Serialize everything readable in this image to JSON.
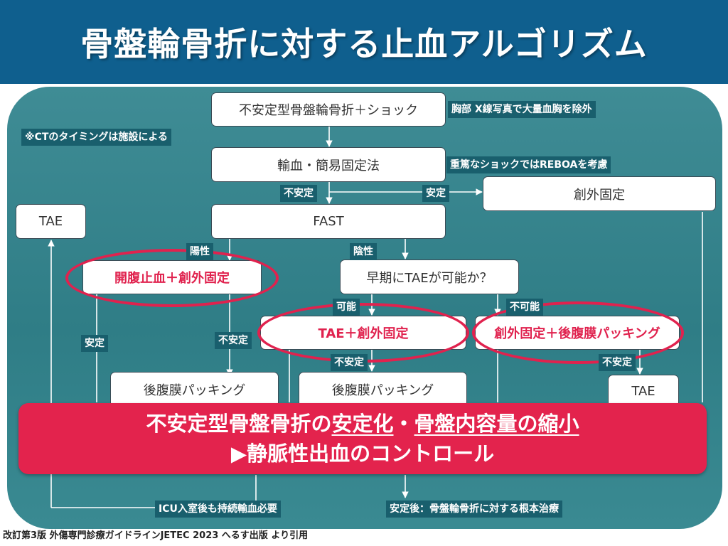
{
  "header": {
    "title": "骨盤輪骨折に対する止血アルゴリズム"
  },
  "colors": {
    "header_bg": "#0f5f8e",
    "panel_bg": "#3a8a92",
    "accent_red": "#e3234d",
    "tag_bg": "#195f6d"
  },
  "notes": {
    "ct_timing": "※CTのタイミングは施設による",
    "chest_xray": "胸部 X線写真で大量血胸を除外",
    "reboa": "重篤なショックではREBOAを考慮",
    "icu": "ICU入室後も持続輸血必要",
    "definitive": "安定後：骨盤輪骨折に対する根本治療"
  },
  "boxes": {
    "unstable_shock": "不安定型骨盤輪骨折＋ショック",
    "transfusion": "輸血・簡易固定法",
    "external_fixation": "創外固定",
    "fast": "FAST",
    "tae_left": "TAE",
    "laparotomy": "開腹止血＋創外固定",
    "early_tae": "早期にTAEが可能か？",
    "tae_fixation": "TAE＋創外固定",
    "fixation_packing": "創外固定＋後腹膜パッキング",
    "packing_left": "後腹膜パッキング",
    "packing_mid": "後腹膜パッキング",
    "tae_right": "TAE"
  },
  "labels": {
    "unstable_1": "不安定",
    "stable_1": "安定",
    "positive": "陽性",
    "negative": "陰性",
    "stable_2": "安定",
    "unstable_2": "不安定",
    "possible": "可能",
    "impossible": "不可能",
    "unstable_3": "不安定",
    "unstable_4": "不安定"
  },
  "banner": {
    "line1_a": "不安定型骨盤骨折の",
    "line1_b": "安定化",
    "line1_c": "・",
    "line1_d": "骨盤内容量の縮小",
    "line2": "▶静脈性出血のコントロール"
  },
  "citation": "改訂第3版 外傷専門診療ガイドラインJETEC 2023 へるす出版 より引用"
}
